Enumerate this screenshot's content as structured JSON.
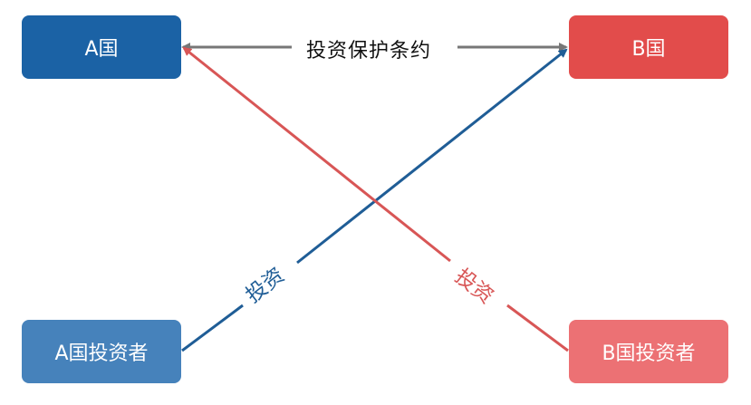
{
  "nodes": {
    "country_a": "A国",
    "country_b": "B国",
    "investor_a": "A国投资者",
    "investor_b": "B国投资者"
  },
  "edges": {
    "treaty": "投资保护条约",
    "investment_a_to_b": "投资",
    "investment_b_to_a": "投资"
  },
  "colors": {
    "country_a": "#1b62a5",
    "country_b": "#e24c4b",
    "investor_a": "#4682bb",
    "investor_b": "#ec7174",
    "treaty_arrow": "#777777",
    "blue_arrow": "#1f5d96",
    "red_arrow": "#d85656"
  }
}
